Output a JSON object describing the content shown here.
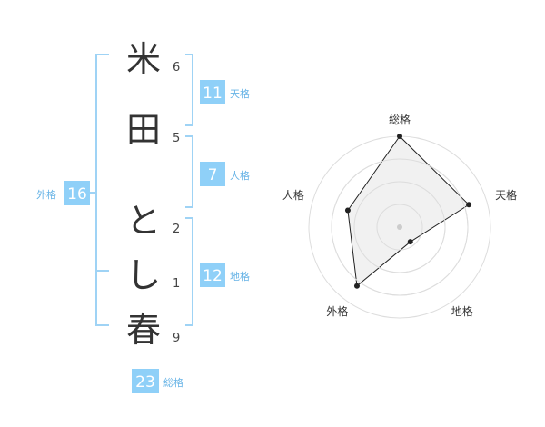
{
  "name_chars": [
    {
      "char": "米",
      "strokes": "6"
    },
    {
      "char": "田",
      "strokes": "5"
    },
    {
      "char": "と",
      "strokes": "2"
    },
    {
      "char": "し",
      "strokes": "1"
    },
    {
      "char": "春",
      "strokes": "9"
    }
  ],
  "kaku": {
    "tenkaku": {
      "value": "11",
      "label": "天格"
    },
    "jinkaku": {
      "value": "7",
      "label": "人格"
    },
    "chikaku": {
      "value": "12",
      "label": "地格"
    },
    "gaikaku": {
      "value": "16",
      "label": "外格"
    },
    "soukaku": {
      "value": "23",
      "label": "総格"
    }
  },
  "colors": {
    "accent_box": "#8fd0f8",
    "bracket": "#9fd3f5",
    "label_text": "#66b3e6",
    "radar_fill": "#eeeeee",
    "radar_ring": "#dddddd"
  },
  "chart_data": {
    "type": "radar",
    "axes": [
      "総格",
      "天格",
      "地格",
      "外格",
      "人格"
    ],
    "values": [
      5,
      4,
      1,
      4,
      3
    ],
    "max": 5,
    "rings": 4
  }
}
